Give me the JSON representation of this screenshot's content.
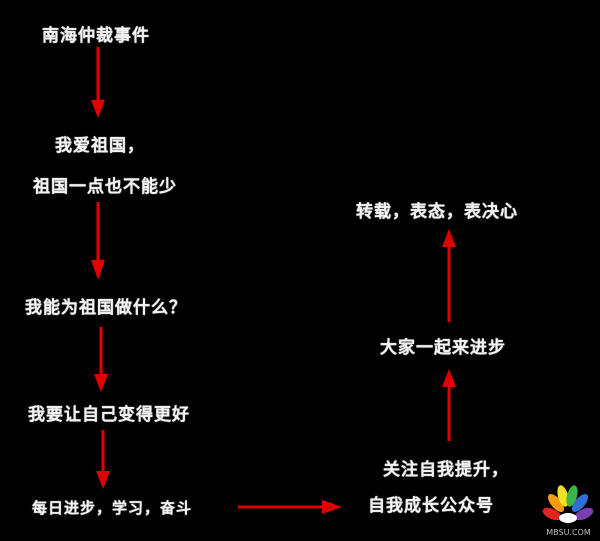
{
  "diagram": {
    "type": "flowchart",
    "background": "#000000",
    "arrow_color": "#e00000",
    "text_color": "#f2f2f2",
    "nodes": [
      {
        "id": "n1",
        "lines": [
          "南海仲裁事件"
        ]
      },
      {
        "id": "n2",
        "lines": [
          "我爱祖国，",
          "祖国一点也不能少"
        ]
      },
      {
        "id": "n3",
        "lines": [
          "我能为祖国做什么？"
        ]
      },
      {
        "id": "n4",
        "lines": [
          "我要让自己变得更好"
        ]
      },
      {
        "id": "n5",
        "lines": [
          "每日进步，学习，奋斗"
        ]
      },
      {
        "id": "n6",
        "lines": [
          "关注自我提升，",
          "自我成长公众号"
        ]
      },
      {
        "id": "n7",
        "lines": [
          "大家一起来进步"
        ]
      },
      {
        "id": "n8",
        "lines": [
          "转载，表态，表决心"
        ]
      }
    ],
    "edges": [
      {
        "from": "n1",
        "to": "n2",
        "direction": "down"
      },
      {
        "from": "n2",
        "to": "n3",
        "direction": "down"
      },
      {
        "from": "n3",
        "to": "n4",
        "direction": "down"
      },
      {
        "from": "n4",
        "to": "n5",
        "direction": "down"
      },
      {
        "from": "n5",
        "to": "n6",
        "direction": "right"
      },
      {
        "from": "n6",
        "to": "n7",
        "direction": "up"
      },
      {
        "from": "n7",
        "to": "n8",
        "direction": "up"
      }
    ]
  },
  "watermark": {
    "text": "MBSU.COM"
  }
}
